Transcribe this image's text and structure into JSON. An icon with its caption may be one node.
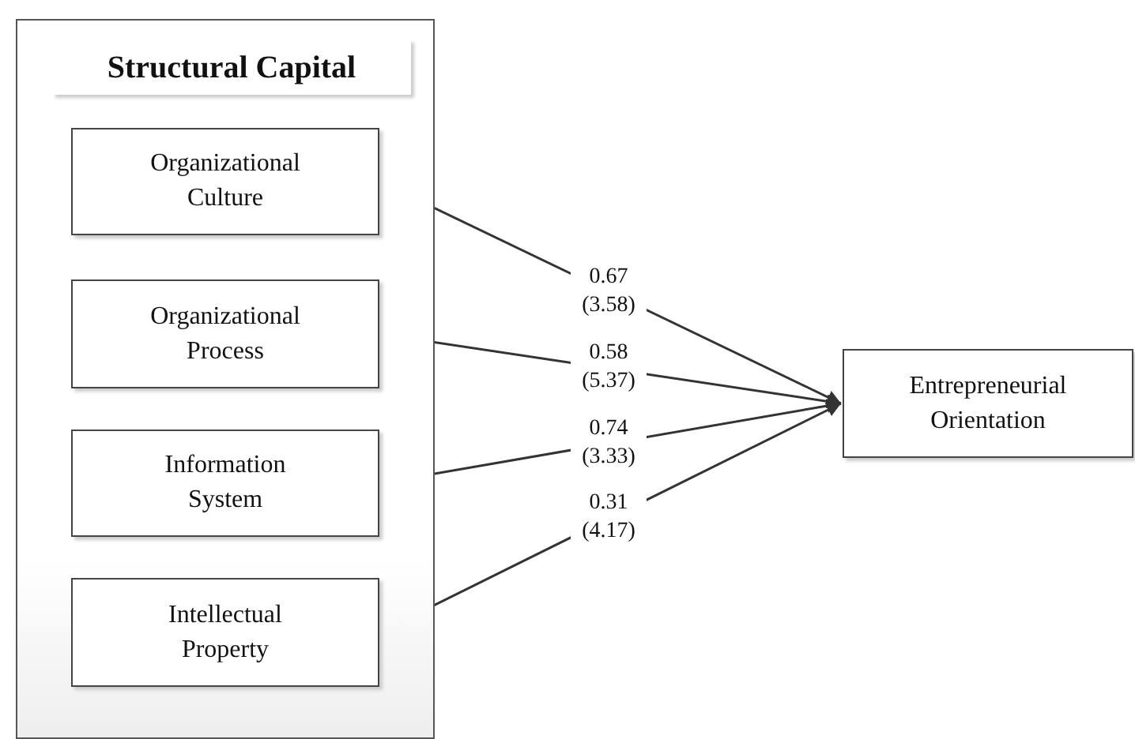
{
  "diagram": {
    "nodes": [
      {
        "text": [
          "Structural Capital"
        ]
      },
      {
        "text": [
          "Organizational Culture"
        ],
        "in": 0
      },
      {
        "text": [
          "Organizational Process"
        ],
        "in": 0
      },
      {
        "text": [
          "Information System"
        ],
        "in": 0
      },
      {
        "text": [
          "Intellectual Property"
        ],
        "in": 0
      },
      {
        "text": [
          "Entrepreneurial Orientation"
        ]
      }
    ],
    "edges": [
      {
        "from": 1,
        "to": 5,
        "arrow": "to",
        "label": "0.67 (3.58)"
      },
      {
        "from": 2,
        "to": 5,
        "arrow": "to",
        "label": "0.58 (5.37)"
      },
      {
        "from": 3,
        "to": 5,
        "arrow": "to",
        "label": "0.74 (3.33)"
      },
      {
        "from": 4,
        "to": 5,
        "arrow": "to",
        "label": "0.31 (4.17)"
      }
    ]
  }
}
